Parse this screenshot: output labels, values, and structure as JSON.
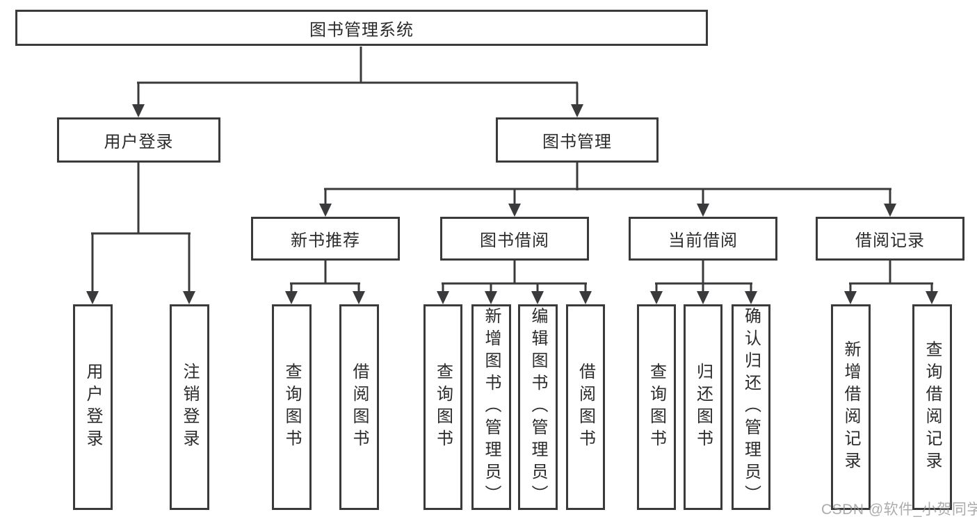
{
  "diagram": {
    "root": {
      "label": "图书管理系统"
    },
    "level1": [
      {
        "label": "用户登录",
        "children": [
          {
            "label": "用户登录"
          },
          {
            "label": "注销登录"
          }
        ]
      },
      {
        "label": "图书管理",
        "children": [
          {
            "label": "新书推荐",
            "children": [
              {
                "label": "查询图书"
              },
              {
                "label": "借阅图书"
              }
            ]
          },
          {
            "label": "图书借阅",
            "children": [
              {
                "label": "查询图书"
              },
              {
                "label": "新增图书（管理员）"
              },
              {
                "label": "编辑图书（管理员）"
              },
              {
                "label": "借阅图书"
              }
            ]
          },
          {
            "label": "当前借阅",
            "children": [
              {
                "label": "查询图书"
              },
              {
                "label": "归还图书"
              },
              {
                "label": "确认归还（管理员）"
              }
            ]
          },
          {
            "label": "借阅记录",
            "children": [
              {
                "label": "新增借阅记录"
              },
              {
                "label": "查询借阅记录"
              }
            ]
          }
        ]
      }
    ]
  },
  "watermark": {
    "text": "CSDN @软件_小贺同学"
  },
  "colors": {
    "line": "#3a3a3c",
    "box_border": "#3a3a3c",
    "text": "#2b2b2b",
    "watermark": "#949494",
    "background": "#ffffff"
  }
}
